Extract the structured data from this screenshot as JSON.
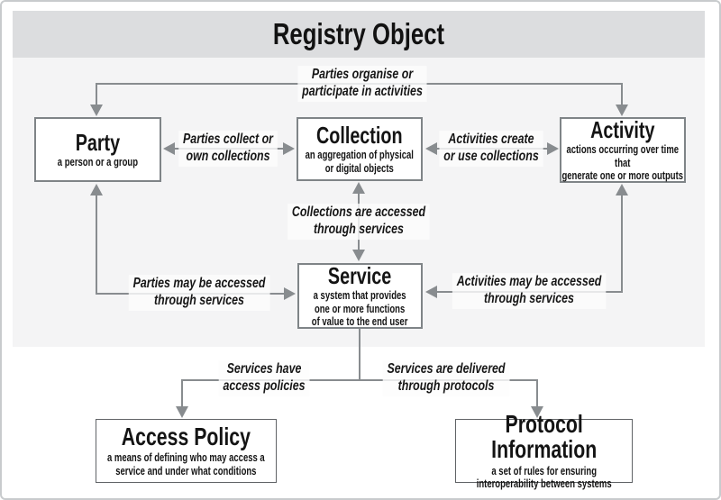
{
  "header": {
    "title": "Registry Object"
  },
  "nodes": {
    "party": {
      "title": "Party",
      "desc": "a person or a group"
    },
    "collection": {
      "title": "Collection",
      "desc": "an aggregation of physical\nor digital objects"
    },
    "activity": {
      "title": "Activity",
      "desc": "actions occurring over time that\ngenerate one or more outputs"
    },
    "service": {
      "title": "Service",
      "desc": "a system that provides\none or more functions\nof value to the end user"
    },
    "access_policy": {
      "title": "Access Policy",
      "desc": "a means of defining who may access a\nservice and under what conditions"
    },
    "protocol_information": {
      "title": "Protocol Information",
      "desc": "a set of rules for ensuring\ninteroperability between systems"
    }
  },
  "edges": {
    "parties_organise": "Parties organise or\nparticipate in activities",
    "parties_collect": "Parties collect or\nown collections",
    "activities_create": "Activities create\nor use collections",
    "collections_accessed": "Collections are accessed\nthrough services",
    "parties_accessed": "Parties may be accessed\nthrough services",
    "activities_accessed": "Activities may be accessed\nthrough services",
    "services_policies": "Services have\naccess policies",
    "services_protocols": "Services are delivered\nthrough protocols"
  },
  "colors": {
    "header_band": "#dcdddf",
    "canvas_background": "#f4f4f5",
    "connector": "#888c8f",
    "node_border": "#7f8487",
    "text": "#161616"
  }
}
